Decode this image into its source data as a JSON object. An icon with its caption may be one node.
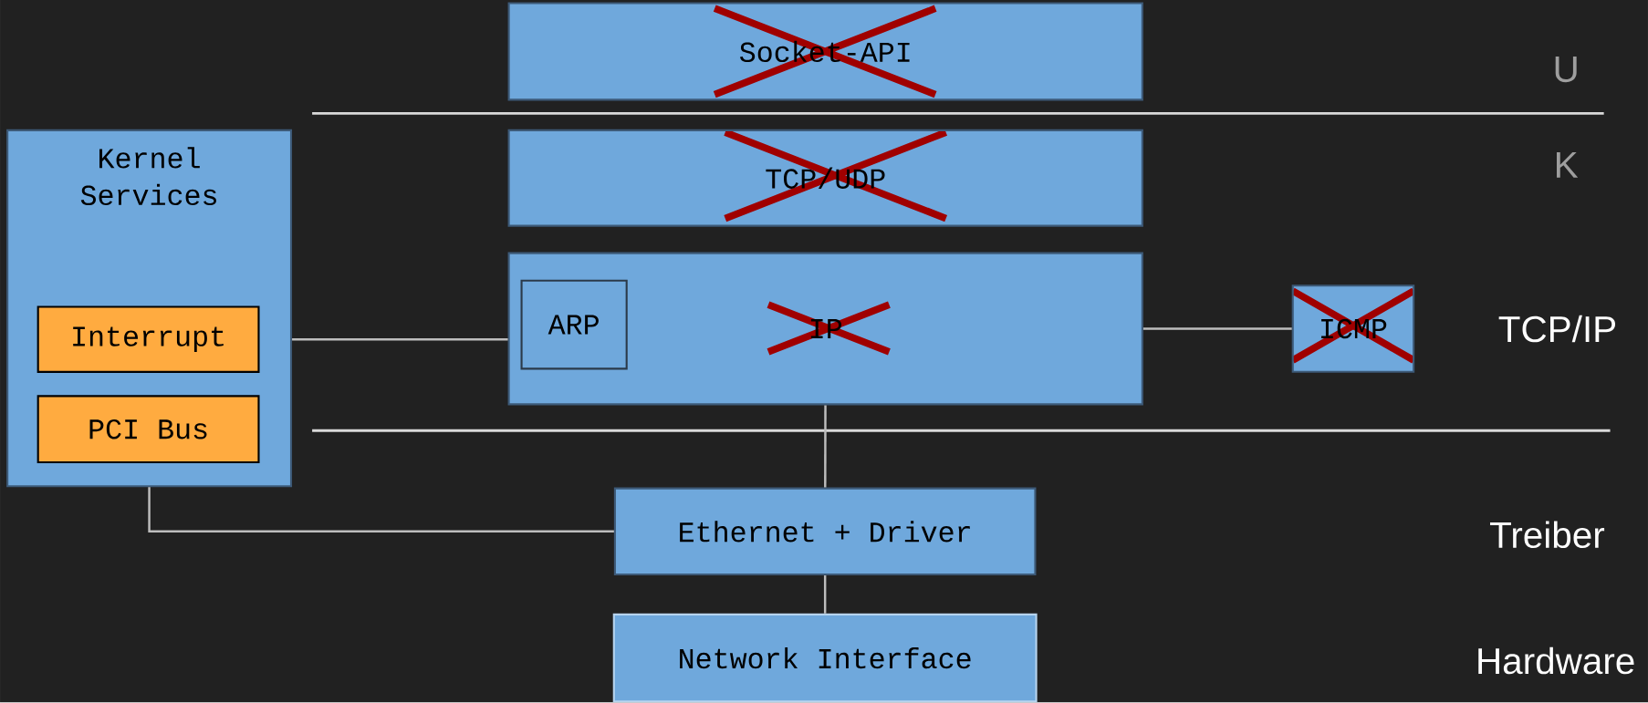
{
  "diagram": {
    "nodes": [
      {
        "text": [
          "Socket-API"
        ]
      },
      {
        "text": [
          "Kernel Services"
        ]
      },
      {
        "text": [
          "Interrupt"
        ],
        "in": 1
      },
      {
        "text": [
          "PCI Bus"
        ],
        "in": 1
      },
      {
        "text": [
          "TCP/UDP"
        ]
      },
      {
        "text": [
          "IP"
        ]
      },
      {
        "text": [
          "ARP"
        ],
        "in": 5
      },
      {
        "text": [
          "ICMP"
        ]
      },
      {
        "text": [
          "Ethernet + Driver"
        ]
      },
      {
        "text": [
          "Network Interface"
        ]
      }
    ],
    "edges": [
      {
        "from": 1,
        "to": 5,
        "arrow": "none"
      },
      {
        "from": 5,
        "to": 7,
        "arrow": "none"
      },
      {
        "from": 5,
        "to": 8,
        "arrow": "none"
      },
      {
        "from": 1,
        "to": 8,
        "arrow": "none"
      },
      {
        "from": 8,
        "to": 9,
        "arrow": "none"
      }
    ],
    "labels": [
      "U",
      "K",
      "TCP/IP",
      "Treiber",
      "Hardware"
    ]
  }
}
